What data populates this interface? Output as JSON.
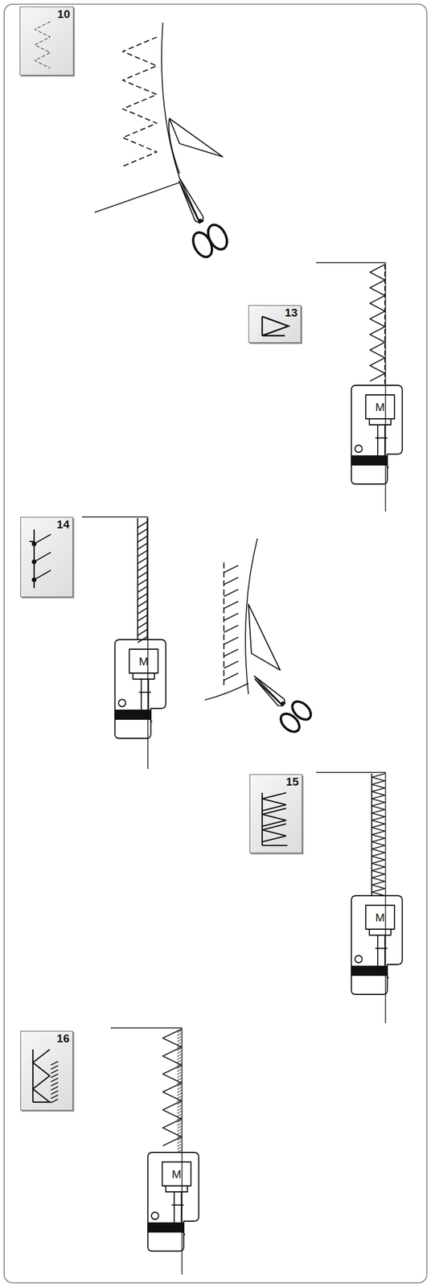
{
  "diagram": {
    "nodes": [
      {
        "text": [
          "10"
        ]
      },
      {
        "text": [
          "13"
        ]
      },
      {
        "text": [
          "14"
        ]
      },
      {
        "text": [
          "15"
        ]
      },
      {
        "text": [
          "16"
        ]
      }
    ],
    "labels": [
      "M",
      "M",
      "M",
      "M"
    ]
  }
}
